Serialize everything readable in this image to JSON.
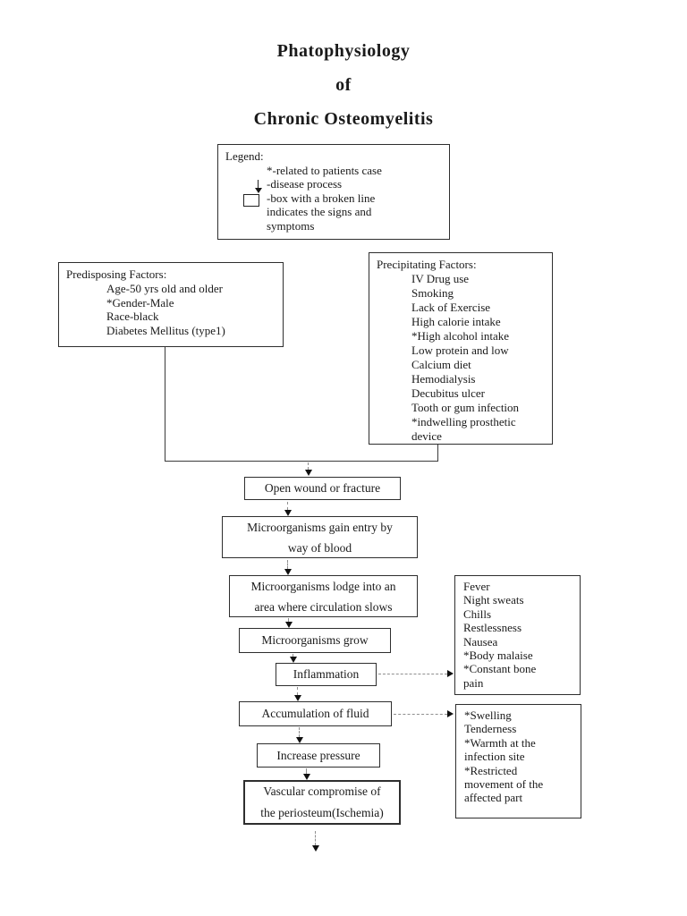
{
  "colors": {
    "ink": "#1a1a1a",
    "box_border": "#2e2e2e",
    "arrowhead": "#101010",
    "dashed_line": "#8f8f8f",
    "page_background": "#ffffff"
  },
  "icons": {
    "down_arrow": "↓",
    "right_arrow": "►",
    "box_outline": "□"
  },
  "title": {
    "line1": "Phatophysiology",
    "line2": "of",
    "line3": "Chronic Osteomyelitis"
  },
  "legend": {
    "heading": "Legend:",
    "item_asterisk": "*-related to patients case",
    "item_arrow": "-disease process",
    "item_box": "-box with a broken line indicates the signs and symptoms"
  },
  "predisposing": {
    "heading": "Predisposing Factors:",
    "items": [
      "Age-50 yrs old and older",
      "*Gender-Male",
      "Race-black",
      "Diabetes Mellitus (type1)"
    ]
  },
  "precipitating": {
    "heading": "Precipitating Factors:",
    "items": [
      "IV Drug use",
      "Smoking",
      "Lack of Exercise",
      "High calorie intake",
      "*High alcohol intake",
      "Low protein and low",
      "Calcium diet",
      "Hemodialysis",
      "Decubitus ulcer",
      "Tooth or gum infection",
      "*indwelling prosthetic",
      "device"
    ]
  },
  "flow": {
    "open_wound": "Open wound or fracture",
    "gain_entry_line1": "Microorganisms gain entry by",
    "gain_entry_line2": "way of blood",
    "lodge_line1": "Microorganisms lodge into an",
    "lodge_line2": "area where circulation slows",
    "grow": "Microorganisms grow",
    "inflammation": "Inflammation",
    "accumulation": "Accumulation of fluid",
    "pressure": "Increase pressure",
    "vascular_line1": "Vascular compromise of",
    "vascular_line2": "the periosteum(Ischemia)"
  },
  "signs_systemic": {
    "lines": [
      "Fever",
      "Night sweats",
      "Chills",
      "Restlessness",
      "Nausea",
      "*Body malaise",
      "*Constant bone",
      "pain"
    ]
  },
  "signs_local": {
    "lines": [
      "*Swelling",
      "Tenderness",
      "*Warmth at the",
      "infection site",
      "*Restricted",
      "movement of the",
      "affected part"
    ]
  }
}
